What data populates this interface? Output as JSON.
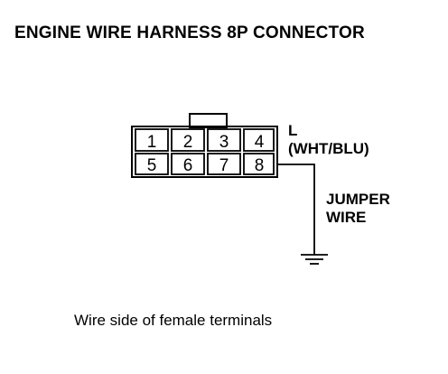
{
  "title": "ENGINE WIRE HARNESS 8P CONNECTOR",
  "connector": {
    "pins_top": [
      "1",
      "2",
      "3",
      "4"
    ],
    "pins_bottom": [
      "5",
      "6",
      "7",
      "8"
    ]
  },
  "wire_label": {
    "line1": "L",
    "line2": "(WHT/BLU)"
  },
  "jumper_label": {
    "line1": "JUMPER",
    "line2": "WIRE"
  },
  "caption": "Wire side of female terminals",
  "colors": {
    "line": "#000000",
    "background": "#ffffff"
  }
}
